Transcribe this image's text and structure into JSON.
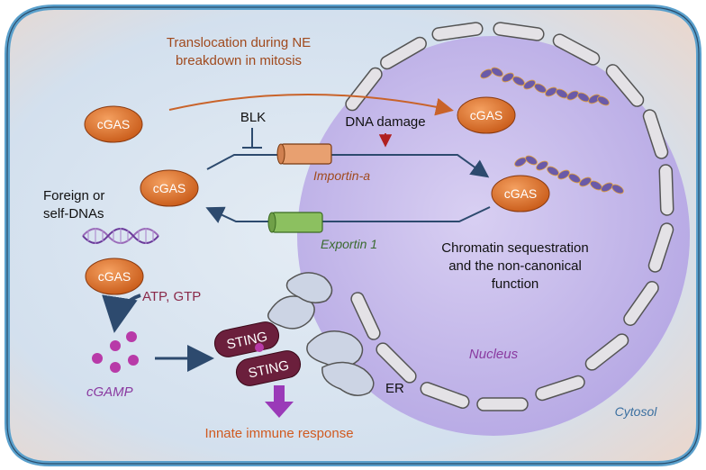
{
  "labels": {
    "translocation_line1": "Translocation during NE",
    "translocation_line2": "breakdown in mitosis",
    "blk": "BLK",
    "dna_damage": "DNA damage",
    "importin": "Importin-a",
    "exportin": "Exportin 1",
    "foreign_line1": "Foreign or",
    "foreign_line2": "self-DNAs",
    "atp_gtp": "ATP, GTP",
    "cgamp": "cGAMP",
    "chromatin_line1": "Chromatin sequestration",
    "chromatin_line2": "and the non-canonical",
    "chromatin_line3": "function",
    "nucleus": "Nucleus",
    "er": "ER",
    "innate": "Innate immune response",
    "cytosol": "Cytosol"
  },
  "cgas_label": "cGAS",
  "sting_label": "STING",
  "colors": {
    "cell_border": "#5aa0cc",
    "cytosol_fill": "#d6e4f0",
    "nucleus_fill": "#c2b8e8",
    "cgas_fill": "#e07830",
    "sting_fill": "#6b1f3c",
    "arrow_dark": "#2d4a6e",
    "arrow_orange": "#c9632a",
    "importin_fill": "#e8a070",
    "exportin_fill": "#8cc060",
    "cgamp_dot": "#b83aa8",
    "innate_text": "#d05a20",
    "translocation_text": "#a04a1e",
    "italic_purple": "#8a3aa0",
    "cytosol_text": "#3a6fa0"
  },
  "icons": [
    "dna-helix-icon",
    "chromatin-fiber-icon"
  ]
}
